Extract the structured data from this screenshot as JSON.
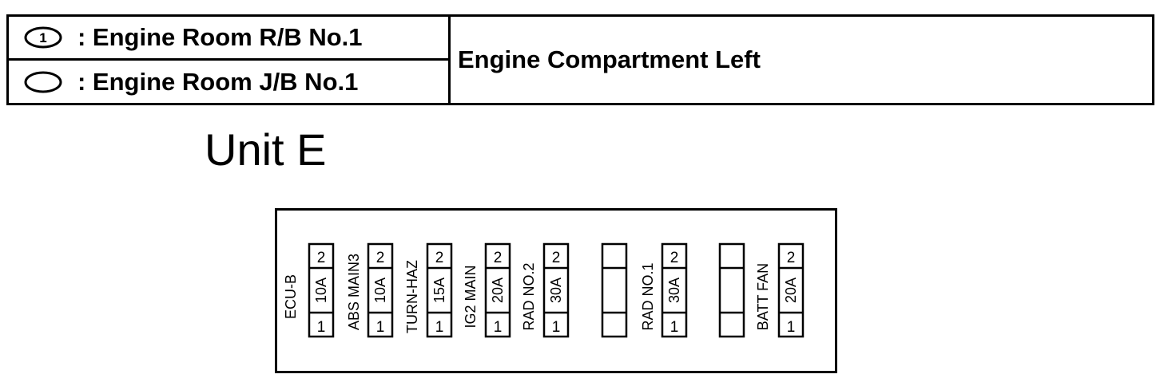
{
  "legend": {
    "relay_block_symbol_text": "1",
    "relay_block_label": ": Engine Room R/B No.1",
    "junction_block_label": ": Engine Room J/B No.1",
    "location": "Engine Compartment Left"
  },
  "unit_title": "Unit E",
  "fuses": [
    {
      "name": "ECU-B",
      "amperage": "10A",
      "pin_top": "2",
      "pin_bottom": "1",
      "empty": false
    },
    {
      "name": "ABS MAIN3",
      "amperage": "10A",
      "pin_top": "2",
      "pin_bottom": "1",
      "empty": false
    },
    {
      "name": "TURN-HAZ",
      "amperage": "15A",
      "pin_top": "2",
      "pin_bottom": "1",
      "empty": false
    },
    {
      "name": "IG2 MAIN",
      "amperage": "20A",
      "pin_top": "2",
      "pin_bottom": "1",
      "empty": false
    },
    {
      "name": "RAD NO.2",
      "amperage": "30A",
      "pin_top": "2",
      "pin_bottom": "1",
      "empty": false
    },
    {
      "name": "",
      "amperage": "",
      "pin_top": "",
      "pin_bottom": "",
      "empty": true
    },
    {
      "name": "RAD NO.1",
      "amperage": "30A",
      "pin_top": "2",
      "pin_bottom": "1",
      "empty": false
    },
    {
      "name": "",
      "amperage": "",
      "pin_top": "",
      "pin_bottom": "",
      "empty": true
    },
    {
      "name": "BATT FAN",
      "amperage": "20A",
      "pin_top": "2",
      "pin_bottom": "1",
      "empty": false
    }
  ]
}
